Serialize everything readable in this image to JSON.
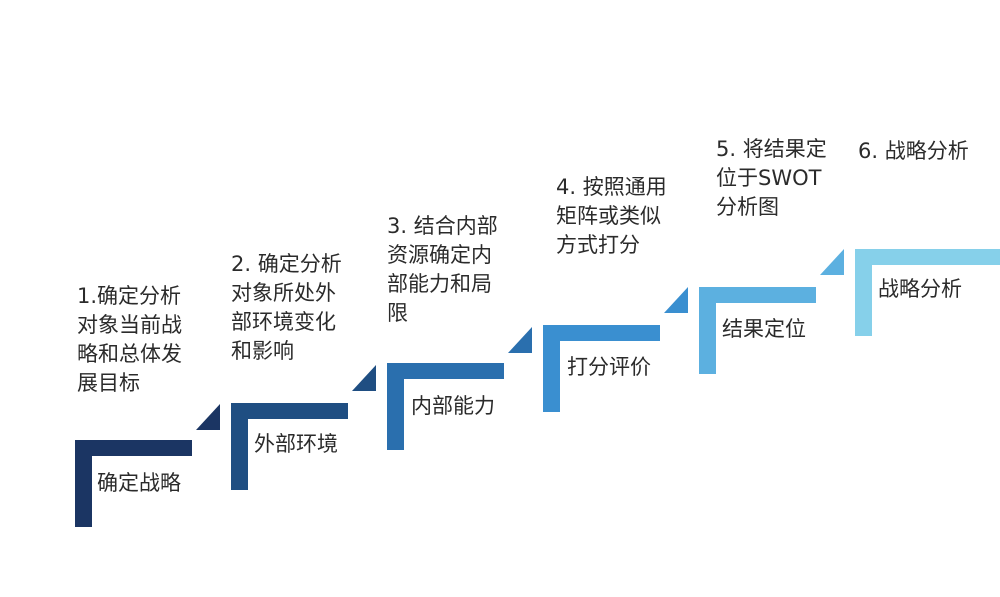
{
  "steps": [
    {
      "description": "1.确定分析\n对象当前战\n略和总体发\n展目标",
      "label": "确定战略",
      "color": "#1b3563"
    },
    {
      "description": "2. 确定分析\n对象所处外\n部环境变化\n和影响",
      "label": "外部环境",
      "color": "#1f4e82"
    },
    {
      "description": "3. 结合内部\n资源确定内\n部能力和局\n限",
      "label": "内部能力",
      "color": "#2a6fae"
    },
    {
      "description": "4. 按照通用\n矩阵或类似\n方式打分",
      "label": "打分评价",
      "color": "#3a8fd0"
    },
    {
      "description": "5. 将结果定\n位于SWOT\n分析图",
      "label": "结果定位",
      "color": "#5cb0e0"
    },
    {
      "description": "6. 战略分析",
      "label": "战略分析",
      "color": "#86d0ea"
    }
  ]
}
